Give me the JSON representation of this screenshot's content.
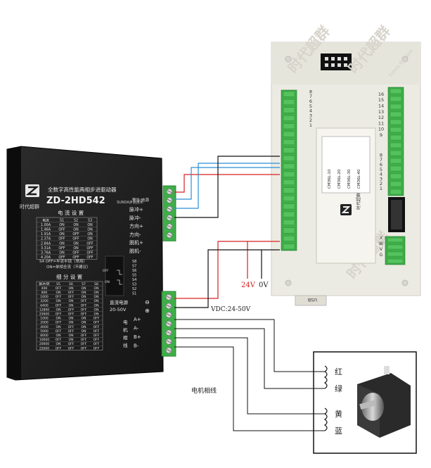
{
  "driver": {
    "title_cn": "全数字高性能两相步进驱动器",
    "model": "ZD-2HD542",
    "model_sub": "SUNDA步进技术",
    "brand": "时代超群",
    "signal_header": "警告/电源",
    "signal_labels": [
      "脉冲+",
      "脉冲-",
      "方向+",
      "方向-",
      "脱机+",
      "脱机-"
    ],
    "current_title": "电 流 设 置",
    "current_table": {
      "headers": [
        "电流",
        "S1",
        "S2",
        "S3"
      ],
      "rows": [
        [
          "1.00A",
          "ON",
          "ON",
          "ON"
        ],
        [
          "1.46A",
          "OFF",
          "ON",
          "ON"
        ],
        [
          "1.91A",
          "ON",
          "OFF",
          "ON"
        ],
        [
          "2.37A",
          "OFF",
          "OFF",
          "ON"
        ],
        [
          "2.84A",
          "ON",
          "ON",
          "OFF"
        ],
        [
          "3.31A",
          "OFF",
          "ON",
          "OFF"
        ],
        [
          "3.76A",
          "ON",
          "OFF",
          "OFF"
        ],
        [
          "4.20A",
          "OFF",
          "OFF",
          "OFF"
        ]
      ]
    },
    "s4_note_1": "S4 OFF=半流半锁（常用）",
    "s4_note_2": "ON=单相全流（不建议）",
    "subdiv_title": "细 分 设 置",
    "subdiv_table": {
      "headers": [
        "脉冲/转",
        "S5",
        "S6",
        "S7",
        "S8"
      ],
      "rows": [
        [
          "400",
          "OFF",
          "ON",
          "ON",
          "ON"
        ],
        [
          "800",
          "ON",
          "OFF",
          "ON",
          "ON"
        ],
        [
          "1600",
          "OFF",
          "OFF",
          "ON",
          "ON"
        ],
        [
          "3200",
          "ON",
          "ON",
          "OFF",
          "ON"
        ],
        [
          "6400",
          "OFF",
          "ON",
          "OFF",
          "ON"
        ],
        [
          "12800",
          "ON",
          "OFF",
          "OFF",
          "ON"
        ],
        [
          "25600",
          "OFF",
          "OFF",
          "OFF",
          "ON"
        ],
        [
          "1000",
          "ON",
          "ON",
          "ON",
          "OFF"
        ],
        [
          "2000",
          "OFF",
          "ON",
          "ON",
          "OFF"
        ],
        [
          "4000",
          "ON",
          "OFF",
          "ON",
          "OFF"
        ],
        [
          "5000",
          "OFF",
          "OFF",
          "ON",
          "OFF"
        ],
        [
          "8000",
          "ON",
          "ON",
          "OFF",
          "OFF"
        ],
        [
          "10000",
          "OFF",
          "ON",
          "OFF",
          "OFF"
        ],
        [
          "20000",
          "ON",
          "OFF",
          "OFF",
          "OFF"
        ],
        [
          "25000",
          "OFF",
          "OFF",
          "OFF",
          "OFF"
        ]
      ]
    },
    "dip_off": "OFF",
    "dip_on": "ON",
    "dip_switches": [
      "S8",
      "S7",
      "S6",
      "S5",
      "S4",
      "S3",
      "S2",
      "S1"
    ],
    "power_label_1": "直流电源",
    "power_label_2": "20-50V",
    "power_minus": "⊖",
    "power_plus": "⊕",
    "motor_label": "电机相线",
    "motor_terms": [
      "A+",
      "A-",
      "B+",
      "B-"
    ]
  },
  "controller": {
    "watermark_cn": "时代超群",
    "watermark_en": "Times Brilliant",
    "top_numbers": [
      "1",
      "2",
      "3",
      "4",
      "5",
      "6",
      "7",
      "8"
    ],
    "top_numbers_right": [
      "9",
      "10",
      "11",
      "12",
      "13",
      "14",
      "15",
      "16"
    ],
    "bottom_numbers": [
      "1",
      "2",
      "3",
      "4",
      "5",
      "6",
      "7",
      "8"
    ],
    "panel_models": [
      "CM36L-10",
      "CM36L-20",
      "CM36L-30",
      "CM36L-40"
    ],
    "brand": "时代超群",
    "pin_labels_left": [
      "X",
      "W",
      "V",
      "G"
    ],
    "usb_label": "USB"
  },
  "annotations": {
    "v24": "24V",
    "v0": "0V",
    "vdc": "VDC:24-50V",
    "motor_phase": "电机相线",
    "colors": [
      "红",
      "绿",
      "黄",
      "蓝"
    ]
  },
  "colors": {
    "driver_body": "#1e1e1e",
    "terminal_green": "#3fae49",
    "wire_red": "#d62020",
    "wire_blue": "#2a8fd8",
    "wire_black": "#111111",
    "controller_bg": "#ecebe3"
  }
}
